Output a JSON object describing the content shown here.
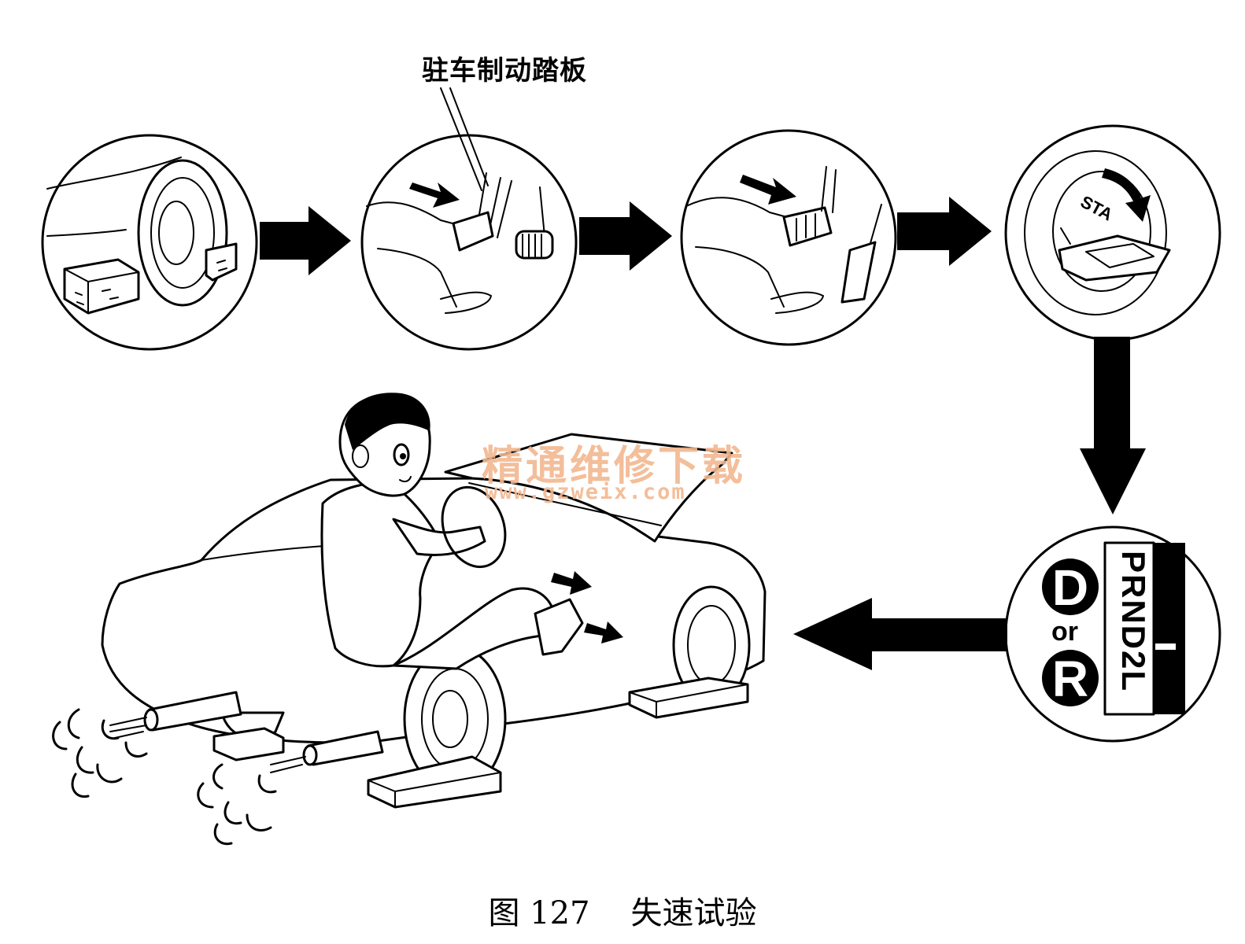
{
  "labels": {
    "parking_brake_pedal": "驻车制动踏板",
    "figure_number": "图 127",
    "figure_title": "失速试验"
  },
  "watermark": {
    "chinese": "精通维修下载",
    "url": "www.gzweix.com"
  },
  "gear_panel": {
    "option_d": "D",
    "connector": "or",
    "option_r": "R",
    "scale": "PRND2L"
  },
  "ignition": {
    "key_text": "STA"
  },
  "colors": {
    "line_art": "#000000",
    "background": "#ffffff",
    "watermark": "#f2b790"
  }
}
